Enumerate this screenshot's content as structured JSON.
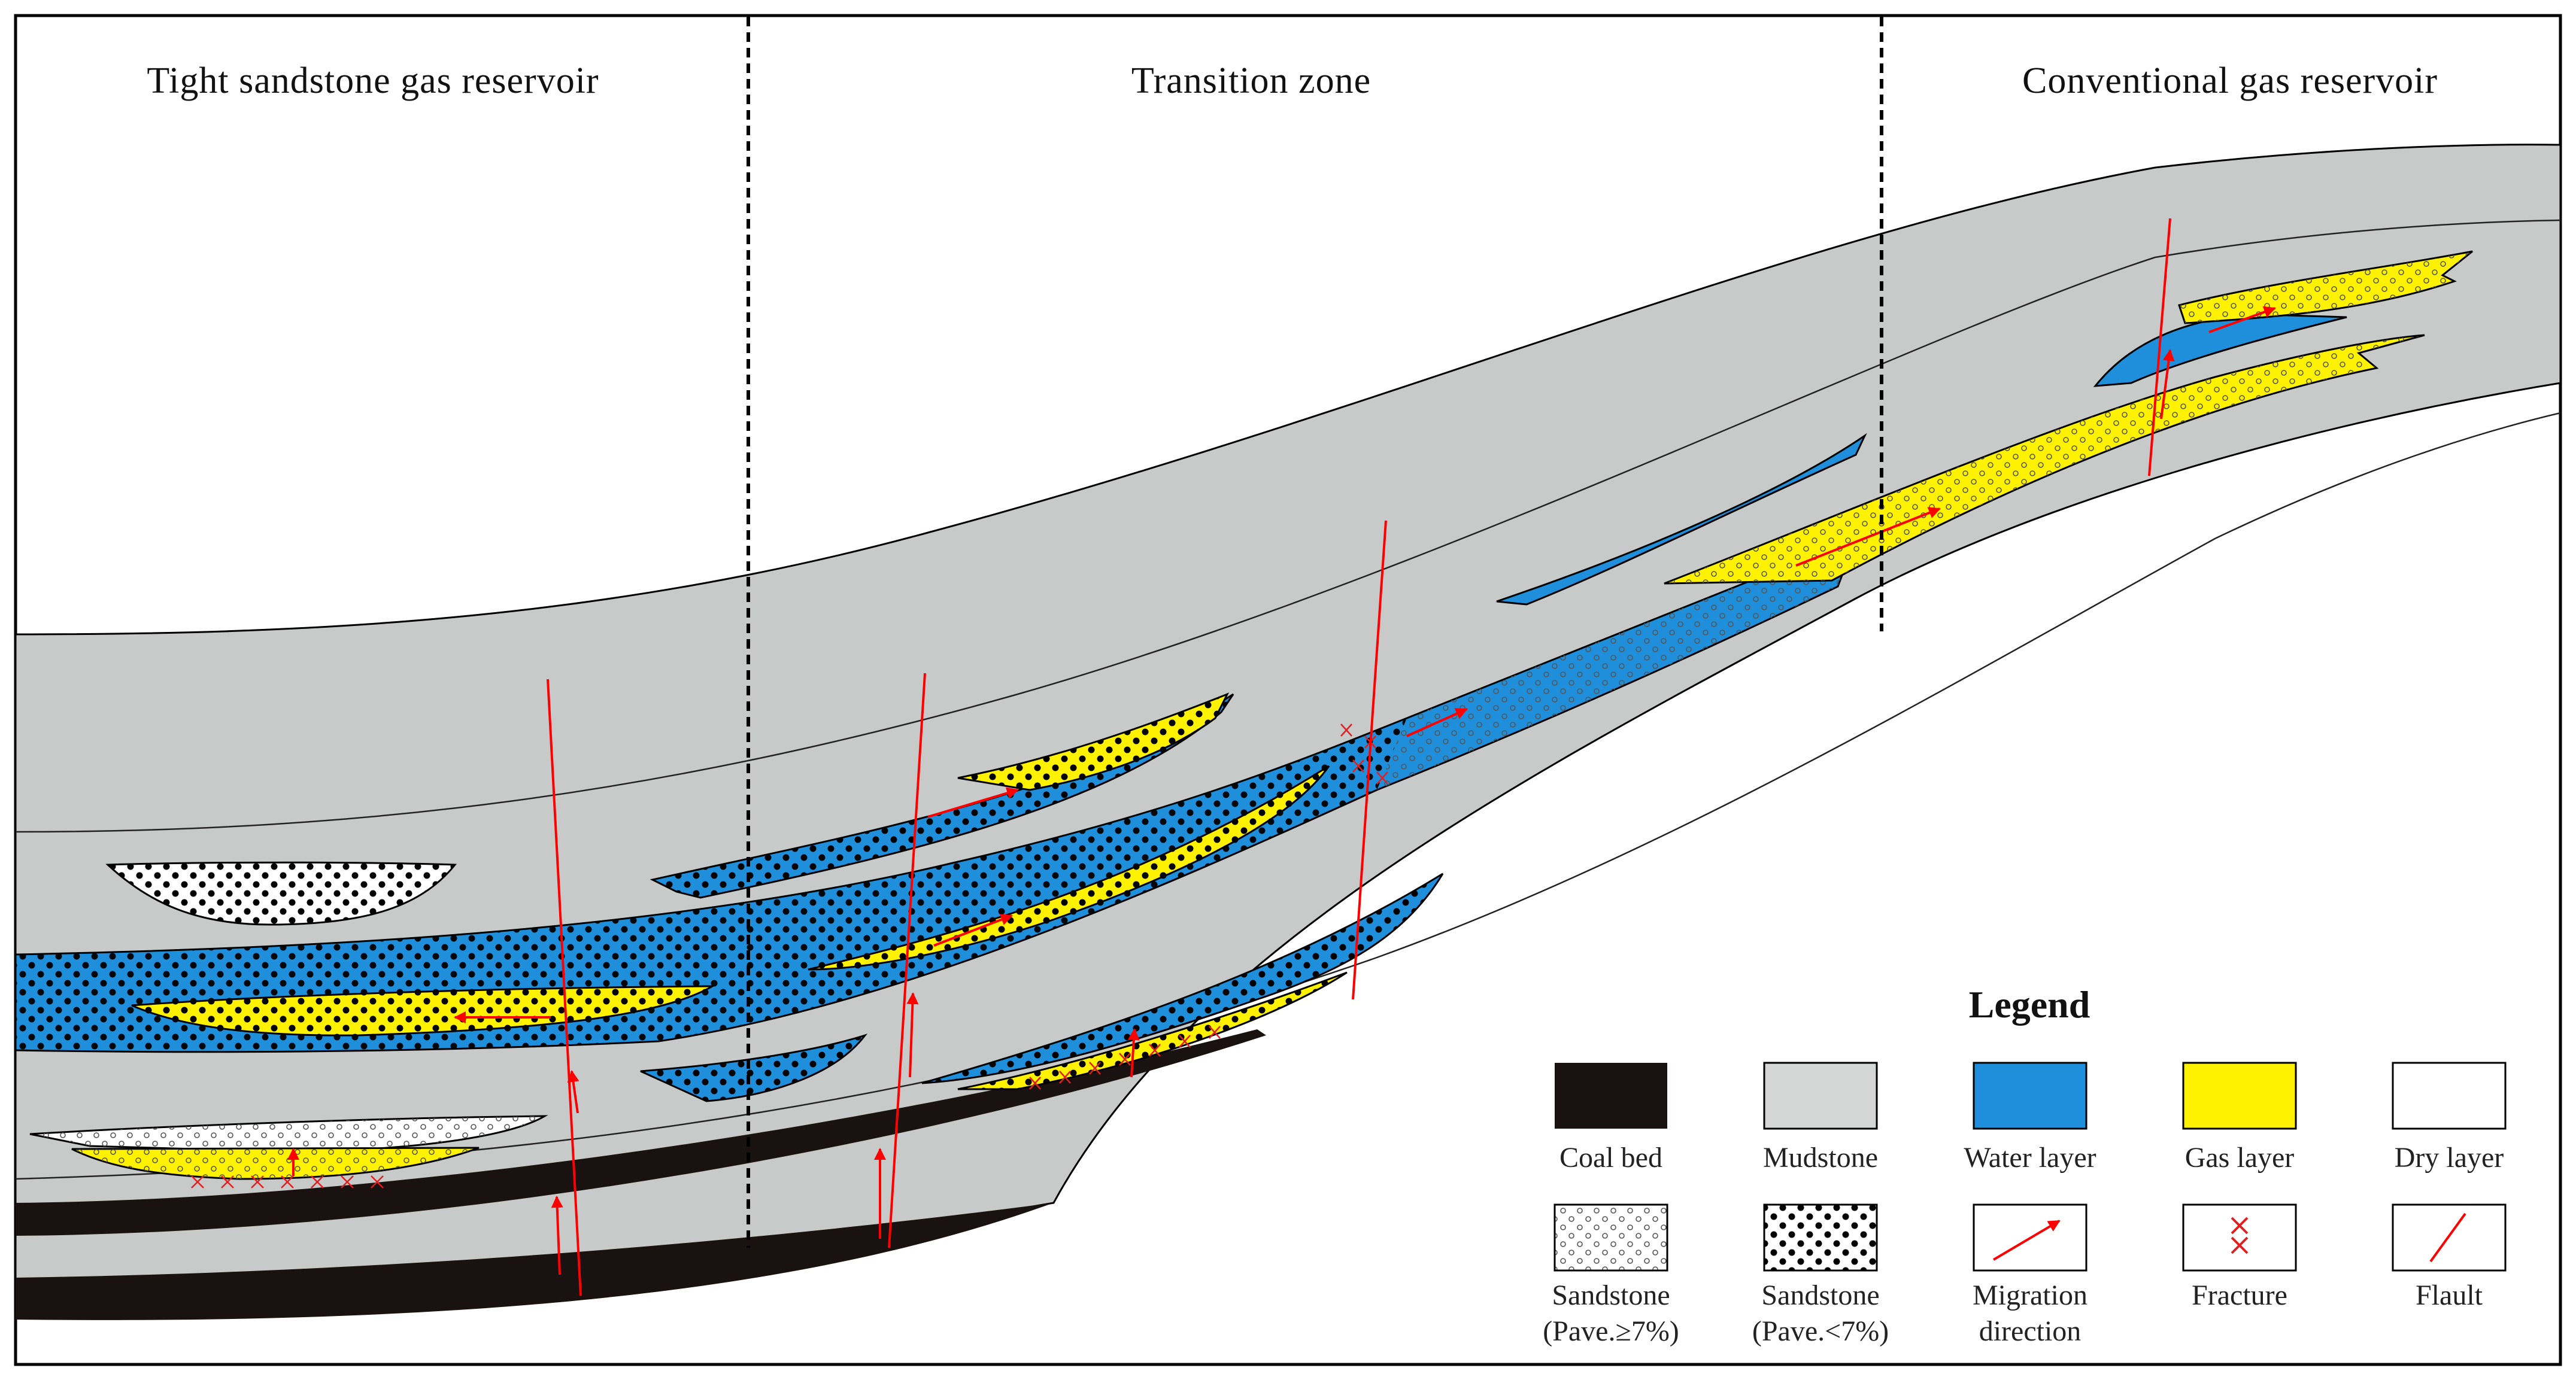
{
  "zones": [
    {
      "title": "Tight sandstone gas reservoir"
    },
    {
      "title": "Transition zone"
    },
    {
      "title": "Conventional gas reservoir"
    }
  ],
  "legend": {
    "title": "Legend",
    "items": [
      {
        "name": "coal-bed",
        "lines": [
          "Coal bed"
        ]
      },
      {
        "name": "mudstone",
        "lines": [
          "Mudstone"
        ]
      },
      {
        "name": "water-layer",
        "lines": [
          "Water layer"
        ]
      },
      {
        "name": "gas-layer",
        "lines": [
          "Gas layer"
        ]
      },
      {
        "name": "dry-layer",
        "lines": [
          "Dry layer"
        ]
      },
      {
        "name": "sandstone-high-porosity",
        "lines": [
          "Sandstone",
          "(Pave.≥7%)"
        ]
      },
      {
        "name": "sandstone-low-porosity",
        "lines": [
          "Sandstone",
          "(Pave.<7%)"
        ]
      },
      {
        "name": "migration-direction",
        "lines": [
          "Migration",
          "direction"
        ]
      },
      {
        "name": "fracture",
        "lines": [
          "Fracture"
        ]
      },
      {
        "name": "fault",
        "lines": [
          "Flault"
        ]
      }
    ]
  },
  "colors": {
    "coal": "#1a1210",
    "mudstone": "#c8c9c9",
    "water": "#1f8fdc",
    "gas": "#fff200",
    "dry": "#ffffff",
    "fault": "#ff0000",
    "outline": "#000000"
  }
}
